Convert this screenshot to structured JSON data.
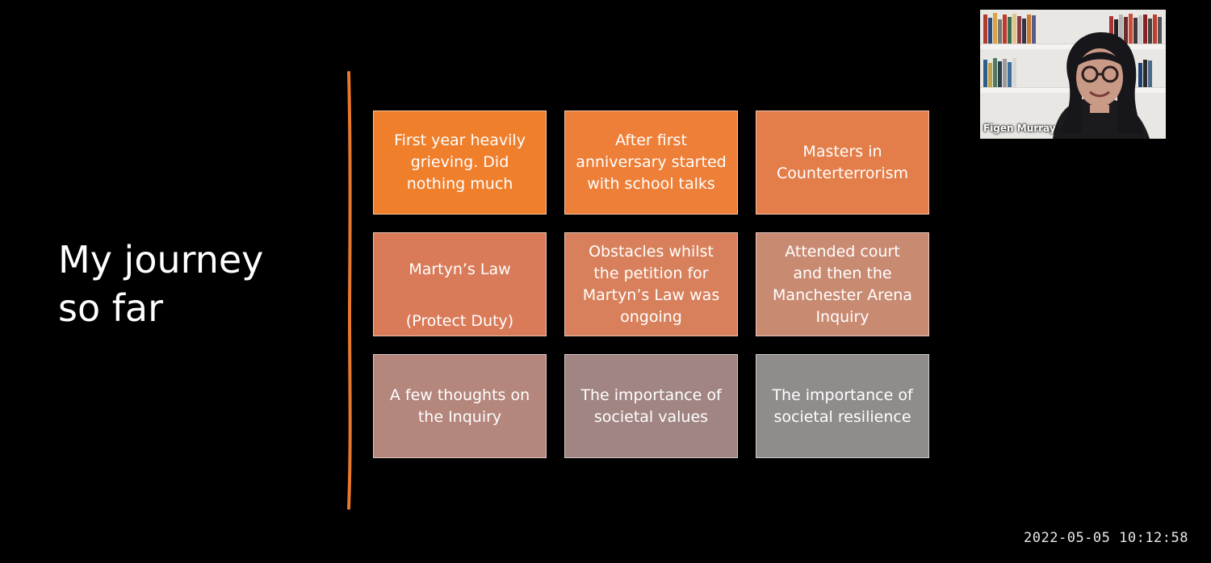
{
  "slide": {
    "title": "My journey\nso far",
    "accent_color": "#e8782c",
    "tiles": [
      {
        "text": "First year heavily\ngrieving. Did\nnothing much",
        "color": "#f07f2c"
      },
      {
        "text": "After first\nanniversary started\nwith school talks",
        "color": "#ee7f38"
      },
      {
        "text": "Masters in\nCounterterrorism",
        "color": "#e37d49"
      },
      {
        "text": "Martyn’s Law",
        "text2": "(Protect Duty)",
        "color": "#d97b59"
      },
      {
        "text": "Obstacles whilst\nthe petition for\nMartyn’s Law was\nongoing",
        "color": "#d8805b"
      },
      {
        "text": "Attended court\nand then the\nManchester Arena\nInquiry",
        "color": "#c98a72"
      },
      {
        "text": "A few thoughts on\nthe Inquiry",
        "color": "#b4867c"
      },
      {
        "text": "The importance of\nsocietal values",
        "color": "#a18582"
      },
      {
        "text": "The importance of\nsocietal resilience",
        "color": "#908c8b"
      }
    ]
  },
  "video": {
    "participant_name": "Figen Murray"
  },
  "recording": {
    "timestamp": "2022-05-05  10:12:58"
  }
}
